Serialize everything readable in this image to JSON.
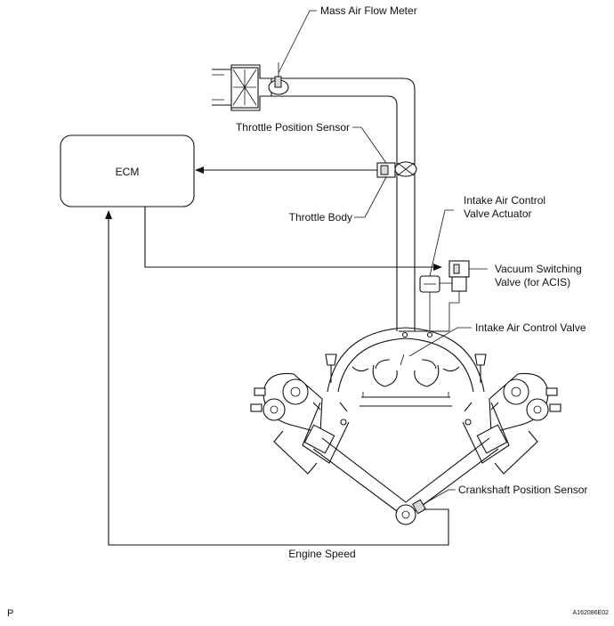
{
  "labels": {
    "mass_air_flow_meter": "Mass Air Flow Meter",
    "throttle_position_sensor": "Throttle Position Sensor",
    "ecm": "ECM",
    "throttle_body": "Throttle Body",
    "intake_air_control_valve_actuator_line1": "Intake Air Control",
    "intake_air_control_valve_actuator_line2": "Valve Actuator",
    "vacuum_switching_valve_line1": "Vacuum Switching",
    "vacuum_switching_valve_line2": "Valve (for ACIS)",
    "intake_air_control_valve": "Intake Air Control Valve",
    "crankshaft_position_sensor": "Crankshaft Position Sensor",
    "engine_speed": "Engine Speed"
  },
  "corner_labels": {
    "page_letter": "P",
    "figure_code": "A162086E02"
  },
  "colors": {
    "line": "#111111",
    "background": "#ffffff"
  }
}
